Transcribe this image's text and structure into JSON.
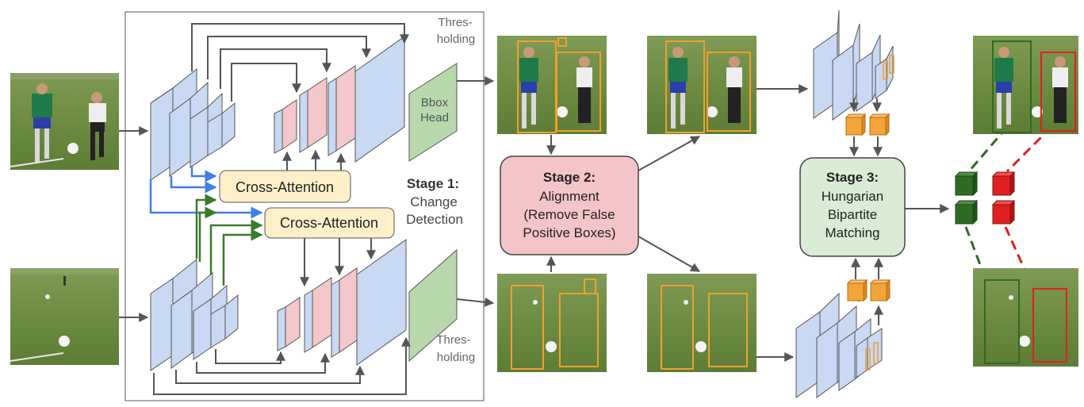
{
  "stage1": {
    "title": "Stage 1:",
    "line1": "Change",
    "line2": "Detection",
    "cross_attention_top": "Cross-Attention",
    "cross_attention_bottom": "Cross-Attention",
    "bbox_head_line1": "Bbox",
    "bbox_head_line2": "Head",
    "thresholding_top_line1": "Thres-",
    "thresholding_top_line2": "holding",
    "thresholding_bottom_line1": "Thres-",
    "thresholding_bottom_line2": "holding"
  },
  "stage2": {
    "title": "Stage 2:",
    "line1": "Alignment",
    "line2": "(Remove False",
    "line3": "Positive Boxes)"
  },
  "stage3": {
    "title": "Stage 3:",
    "line1": "Hungarian",
    "line2": "Bipartite",
    "line3": "Matching"
  },
  "colors": {
    "encoder_blue": "#c9d9f3",
    "decoder_pink": "#f4c7cc",
    "bbox_green": "#b9d9ac",
    "cross_attention_fill": "#fdf0c8",
    "stage2_fill": "#f3c5c8",
    "stage3_fill": "#dbecd6",
    "arrow_gray": "#555555",
    "arrow_blue": "#3f7ee6",
    "arrow_green": "#3b7a2a",
    "box_orange": "#f0a030",
    "match_green": "#2f6b26",
    "match_red": "#e02020"
  }
}
